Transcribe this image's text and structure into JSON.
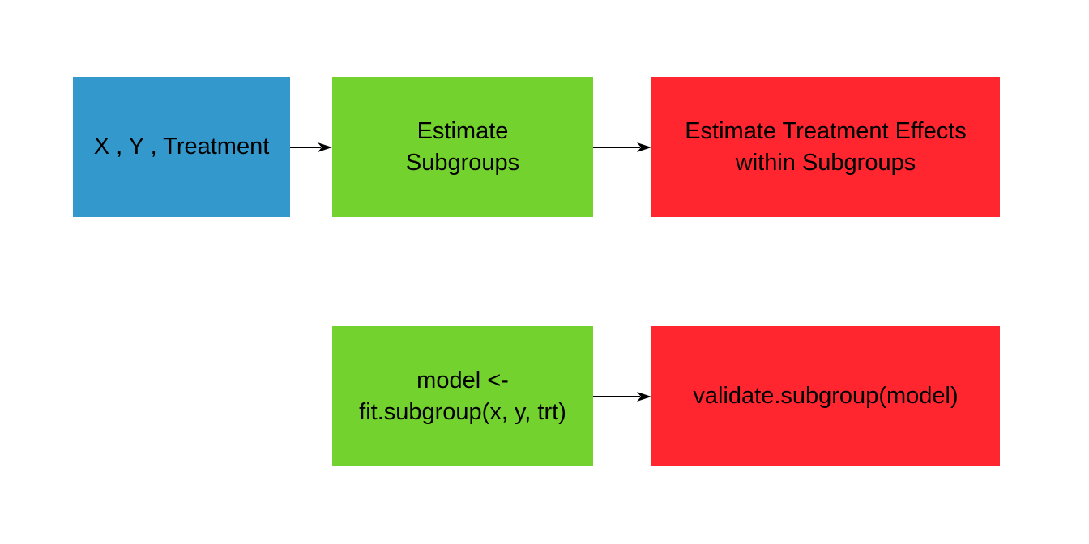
{
  "colors": {
    "input_box": "#3399cc",
    "subgroup_box": "#73d22d",
    "effect_box": "#ff2630",
    "arrow": "#000000"
  },
  "nodes": {
    "inputs": {
      "label": "X , Y , Treatment"
    },
    "estimate_subgroups": {
      "label": "Estimate\nSubgroups"
    },
    "estimate_effects": {
      "label": "Estimate Treatment Effects\nwithin Subgroups"
    },
    "fit_subgroup": {
      "label": "model <-\nfit.subgroup(x, y, trt)"
    },
    "validate_subgroup": {
      "label": "validate.subgroup(model)"
    }
  },
  "edges": [
    {
      "from": "inputs",
      "to": "estimate_subgroups"
    },
    {
      "from": "estimate_subgroups",
      "to": "estimate_effects"
    },
    {
      "from": "fit_subgroup",
      "to": "validate_subgroup"
    }
  ]
}
